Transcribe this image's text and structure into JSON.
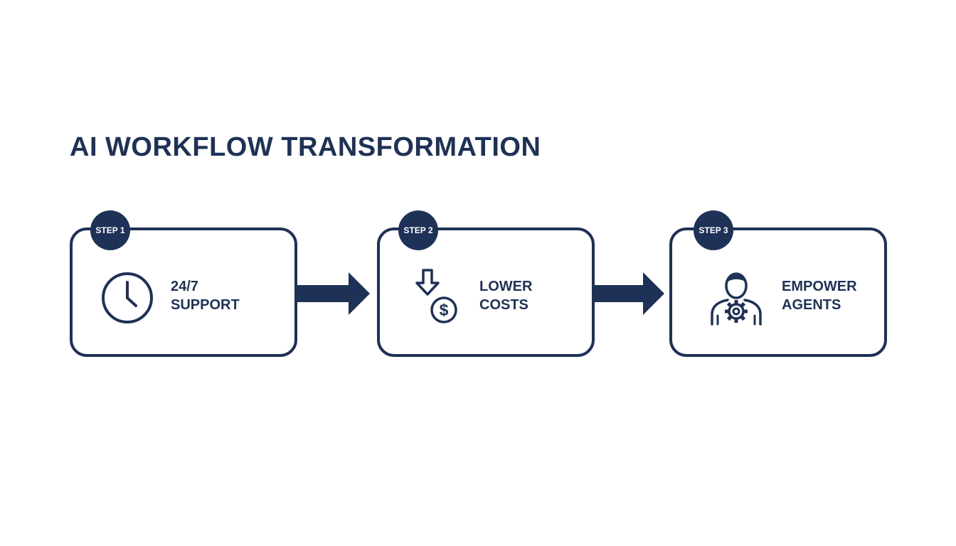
{
  "title": "AI WORKFLOW TRANSFORMATION",
  "colors": {
    "primary": "#1e3258",
    "background": "#ffffff"
  },
  "steps": [
    {
      "badge": "STEP 1",
      "icon": "clock-icon",
      "label_line1": "24/7",
      "label_line2": "SUPPORT"
    },
    {
      "badge": "STEP 2",
      "icon": "lower-costs-icon",
      "label_line1": "LOWER",
      "label_line2": "COSTS"
    },
    {
      "badge": "STEP 3",
      "icon": "agent-gear-icon",
      "label_line1": "EMPOWER",
      "label_line2": "AGENTS"
    }
  ]
}
